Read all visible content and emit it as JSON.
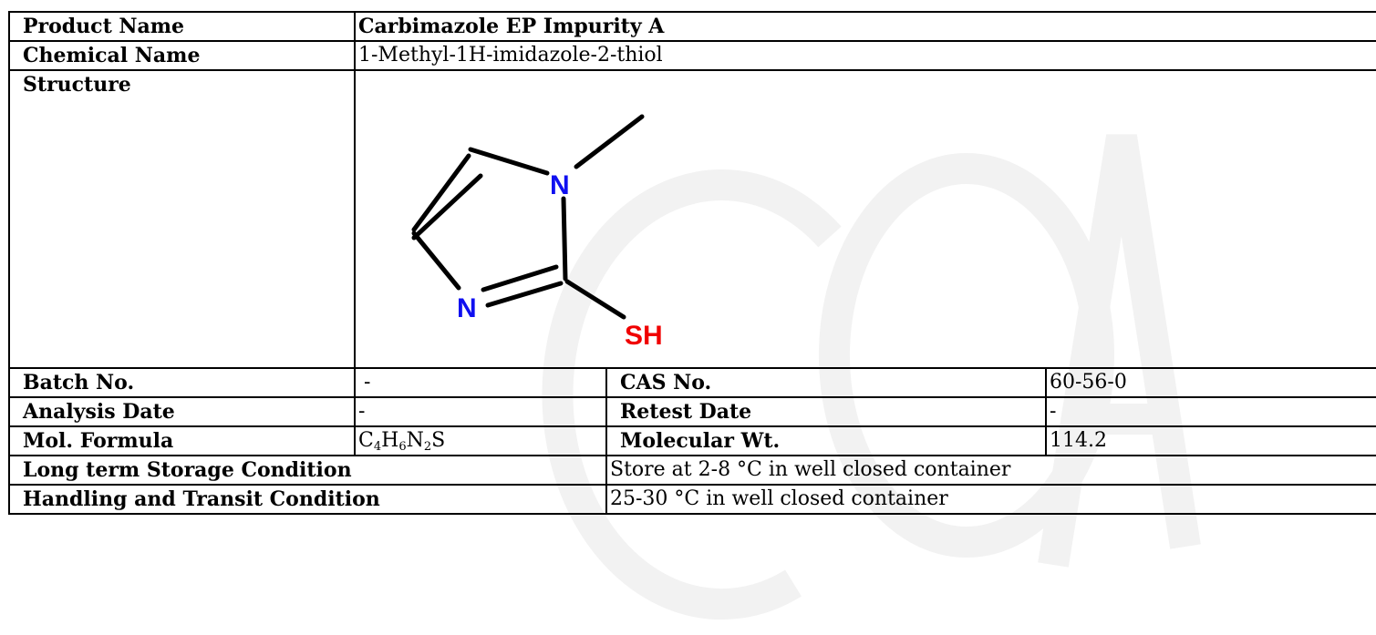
{
  "product_name_label": "Product Name",
  "product_name_value": "Carbimazole EP Impurity A",
  "chemical_name_label": "Chemical Name",
  "chemical_name_value": "1-Methyl-1H-imidazole-2-thiol",
  "structure_label": "Structure",
  "structure_atoms": {
    "n1": "N",
    "n3": "N",
    "sh": "SH"
  },
  "batch_no_label": "Batch No.",
  "batch_no_value": "-",
  "cas_no_label": "CAS No.",
  "cas_no_value": "60-56-0",
  "analysis_date_label": "Analysis Date",
  "analysis_date_value": "-",
  "retest_date_label": "Retest Date",
  "retest_date_value": "-",
  "mol_formula_label": "Mol. Formula",
  "mol_formula": {
    "c": "C",
    "c_sub": "4",
    "h": "H",
    "h_sub": "6",
    "n": "N",
    "n_sub": "2",
    "s": "S"
  },
  "molecular_wt_label": "Molecular Wt.",
  "molecular_wt_value": "114.2",
  "storage_label": "Long term Storage Condition",
  "storage_value": "Store at 2-8 °C in well closed container",
  "handling_label": "Handling and Transit Condition",
  "handling_value": "25-30 °C in well closed container",
  "colors": {
    "nitrogen": "#1010f0",
    "sulfur": "#f00000",
    "watermark": "#f1f1f1"
  }
}
